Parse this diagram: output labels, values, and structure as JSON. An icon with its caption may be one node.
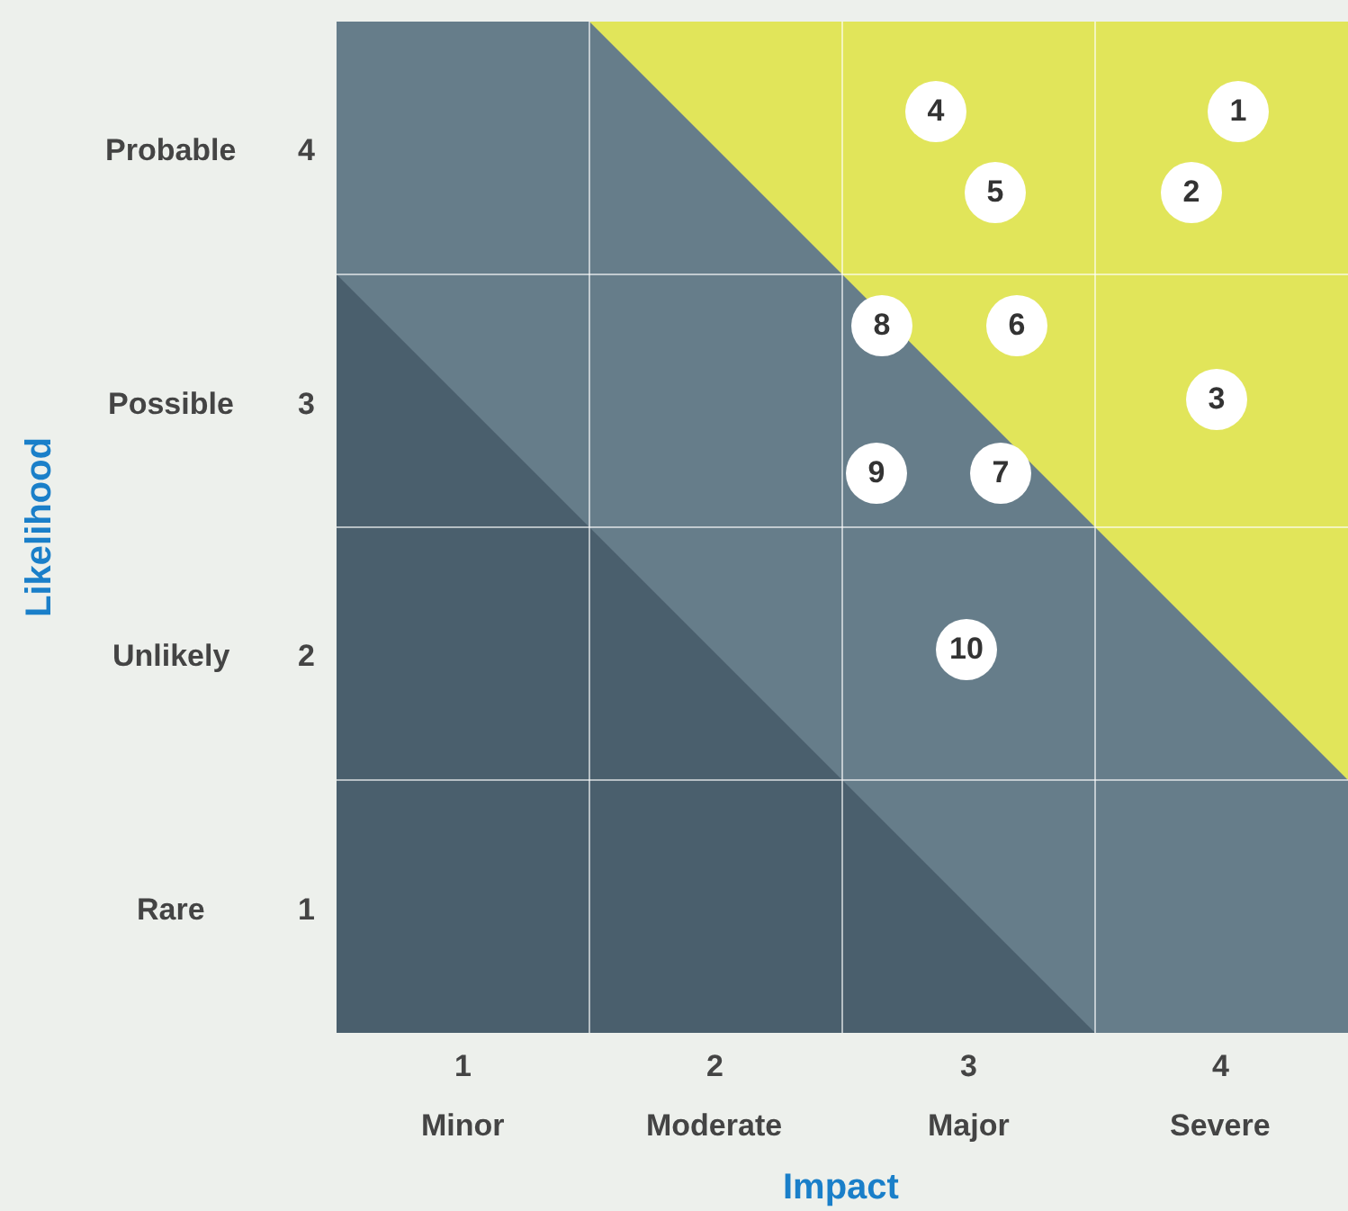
{
  "diagram": {
    "nodes": [
      {
        "text": [
          "1"
        ]
      },
      {
        "text": [
          "2"
        ]
      },
      {
        "text": [
          "3"
        ]
      },
      {
        "text": [
          "4"
        ]
      },
      {
        "text": [
          "5"
        ]
      },
      {
        "text": [
          "6"
        ]
      },
      {
        "text": [
          "7"
        ]
      },
      {
        "text": [
          "8"
        ]
      },
      {
        "text": [
          "9"
        ]
      },
      {
        "text": [
          "10"
        ]
      }
    ],
    "edges": [],
    "labels": [
      "Likelihood",
      "Probable",
      "4",
      "Possible",
      "3",
      "Unlikely",
      "2",
      "Rare",
      "1",
      "1",
      "2",
      "3",
      "4",
      "Minor",
      "Moderate",
      "Major",
      "Severe",
      "Impact"
    ]
  }
}
